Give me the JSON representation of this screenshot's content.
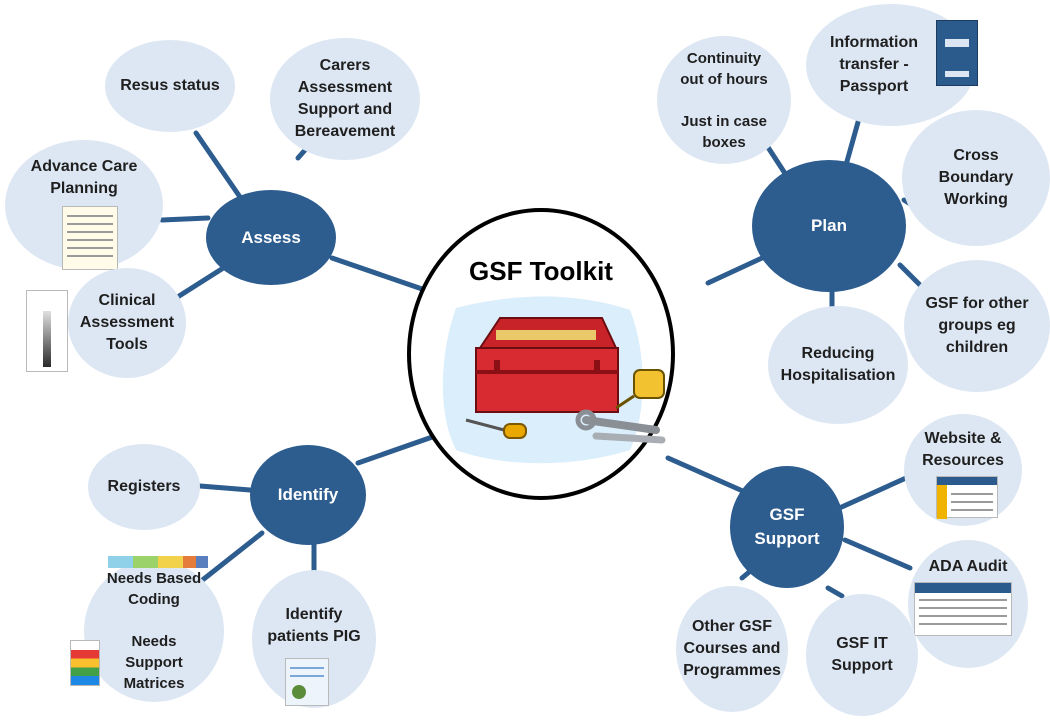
{
  "center": {
    "title": "GSF Toolkit",
    "icon": "toolbox-icon"
  },
  "hubs": {
    "assess": "Assess",
    "plan": "Plan",
    "identify": "Identify",
    "support": "GSF\nSupport"
  },
  "bubbles": {
    "resus": "Resus status",
    "carers": "Carers\nAssessment\nSupport and\nBereavement",
    "advance": "Advance Care\nPlanning",
    "clinical": "Clinical\nAssessment\nTools",
    "continuity": "Continuity\n out  of hours\n\nJust in case\nboxes",
    "info": "Information\ntransfer -\nPassport",
    "cross": "Cross\nBoundary\nWorking",
    "gsfother": "GSF  for other\ngroups eg\nchildren",
    "reducing": "Reducing\nHospitalisation",
    "registers": "Registers",
    "needs": "Needs Based\nCoding\n\nNeeds\nSupport\nMatrices",
    "pig": "Identify\npatients PIG",
    "website": "Website &\nResources",
    "ada": "ADA Audit",
    "courses": "Other GSF\nCourses and\nProgrammes",
    "it": "GSF IT\nSupport"
  },
  "colors": {
    "hub": "#2d5c8f",
    "bubble": "#dde7f3",
    "link": "#2d5c8f"
  }
}
